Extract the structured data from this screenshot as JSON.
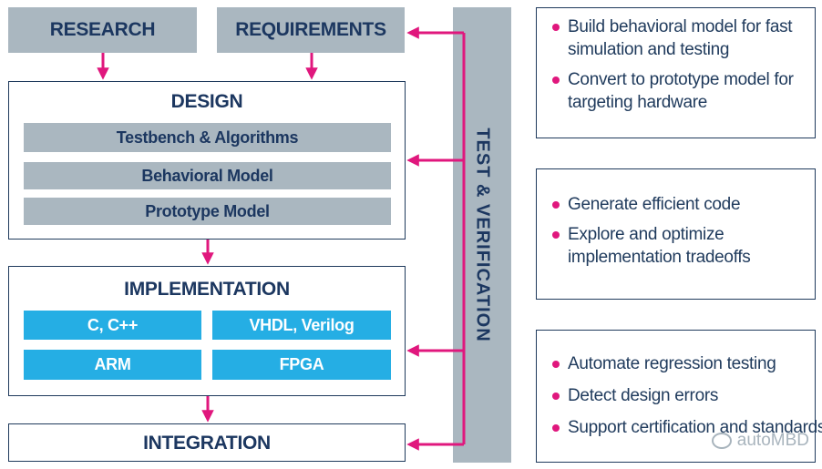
{
  "top": {
    "research": "RESEARCH",
    "requirements": "REQUIREMENTS"
  },
  "design": {
    "title": "DESIGN",
    "items": [
      "Testbench & Algorithms",
      "Behavioral Model",
      "Prototype Model"
    ]
  },
  "implementation": {
    "title": "IMPLEMENTATION",
    "items": [
      "C, C++",
      "VHDL, Verilog",
      "ARM",
      "FPGA"
    ]
  },
  "integration": {
    "title": "INTEGRATION"
  },
  "test_bar": {
    "label": "TEST & VERIFICATION"
  },
  "panels": [
    {
      "bullets": [
        "Build behavioral model for fast simulation and testing",
        "Convert to prototype model for targeting hardware"
      ]
    },
    {
      "bullets": [
        "Generate efficient code",
        "Explore and optimize implementation tradeoffs"
      ]
    },
    {
      "bullets": [
        "Automate regression testing",
        "Detect design errors",
        "Support certification and standards"
      ]
    }
  ],
  "watermark": "autoMBD",
  "colors": {
    "gray": "#aab7c0",
    "blue": "#25aee4",
    "magenta": "#e0177d",
    "navy": "#1c3760"
  }
}
